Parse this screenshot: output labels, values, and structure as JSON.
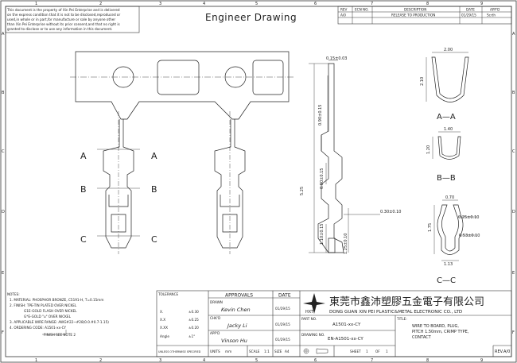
{
  "zones": {
    "cols": [
      "1",
      "2",
      "3",
      "4",
      "5",
      "6",
      "7",
      "8",
      "9"
    ],
    "rows": [
      "A",
      "B",
      "C",
      "D",
      "E",
      "F"
    ]
  },
  "notice": [
    "This document is the property of Xin Pei Enterprise and is delivered",
    "on the express condition that it is not to be disclosed,reproduced or",
    "used,in whole or in part,for manufacture or sale by anyone other",
    "than Xin Pei Enterprise without its prior consent,and that no right is",
    "granted to disclose or to use any information in this document."
  ],
  "title_banner": "Engineer Drawing",
  "revision": {
    "headers": [
      "REV",
      "ECN NO.",
      "DESCRIPTION",
      "DATE",
      "APP'D"
    ],
    "row": [
      "A/0",
      "",
      "RELEASE TO PRODUCTION",
      "01/29/15",
      "Scrth"
    ]
  },
  "section_labels": {
    "a_left": "A",
    "a_right": "A",
    "b_left": "B",
    "b_right": "B",
    "c_left": "C",
    "c_right": "C",
    "aa": "A—A",
    "bb": "B—B",
    "cc": "C—C"
  },
  "dims": {
    "thickness": "0.15±0.03",
    "d090": "0.90±0.15",
    "d080": "0.80±0.15",
    "d525": "5.25",
    "d110": "1.10±0.15",
    "d125": "1.25±0.10",
    "d030": "0.30±0.10",
    "d200": "2.00",
    "d210": "2.10",
    "d140": "1.40",
    "d120": "1.20",
    "d070": "0.70",
    "d025": "0.25±0.10",
    "d175": "1.75",
    "d053": "0.53±0.10",
    "d113": "1.13"
  },
  "notes": {
    "title": "NOTES:",
    "lines": [
      "1. MATERIAL: PHOSPHOR BRONZE, C5191-H, T=0.15mm",
      "2. FINISH: TPE-TIN PLATED OVER NICKEL",
      "G1E-GOLD FLASH OVER NICKEL",
      "G*E-GOLD \"u\" OVER NICKEL",
      "3. APPLICABLE WIRE RANGE: AWG#22~#28(0.0.#0.7-1.15)",
      "4. ORDERING CODE: A1501-xx-CY",
      "FINISH SEE NOTE 2"
    ]
  },
  "tolerance": {
    "header": "TOLERANCE",
    "rows": [
      {
        "k": "X.",
        "v": "±0.30"
      },
      {
        "k": "X.X",
        "v": "±0.25"
      },
      {
        "k": "X.XX",
        "v": "±0.20"
      },
      {
        "k": "Angle",
        "v": "±1°"
      }
    ],
    "footer": "UNLESS OTHERWISE SPECIFIED"
  },
  "approvals": {
    "header": "APPROVALS",
    "date_header": "DATE",
    "rows": [
      {
        "role": "DRAWN",
        "name": "Kevin Chen",
        "date": "01/29/15"
      },
      {
        "role": "CHK'D",
        "name": "Jacky Li",
        "date": "01/29/15"
      },
      {
        "role": "APP'D",
        "name": "Vinson Hu",
        "date": "01/29/15"
      }
    ],
    "units_label": "UNITS",
    "units_value": "mm",
    "scale_label": "SCALE",
    "scale_value": "1:1",
    "size_label": "SIZE",
    "size_value": "A4"
  },
  "company": {
    "logo_letters": "HXT",
    "name_cn": "東莞市鑫沛塑膠五金電子有限公司",
    "name_en": "DONG GUAN XIN PEI PLASTIC&METAL ELECTRONIC CO., LTD"
  },
  "part": {
    "part_label": "PART NO.",
    "part_value": "A1501-xx-CY",
    "drawing_label": "DRAWING NO.",
    "drawing_value": "EN-A1501-xx-CY",
    "sheet_label": "SHEET",
    "sheet_value": "1",
    "of_label": "OF",
    "of_value": "1",
    "title_label": "TITLE:",
    "title_lines": [
      "WIRE TO BOARD, PLUG,",
      "PITCH 1.50mm, CRIMP TYPE,",
      "CONTACT"
    ],
    "rev": "REV.A/0"
  }
}
